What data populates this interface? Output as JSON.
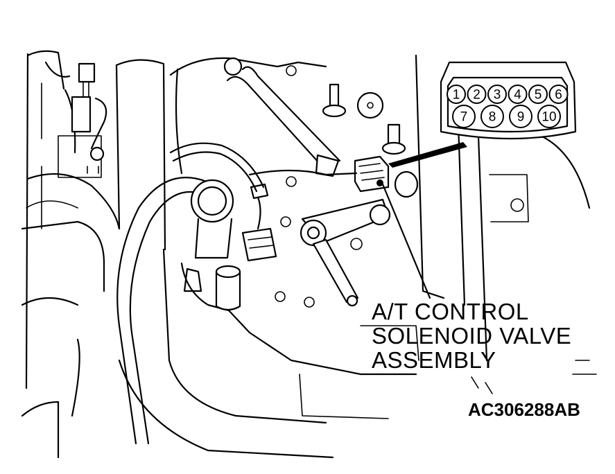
{
  "callout": {
    "lines": [
      "A/T CONTROL",
      "SOLENOID VALVE",
      "ASSEMBLY"
    ]
  },
  "figure_code": "AC306288AB",
  "connector": {
    "row1": [
      "1",
      "2",
      "3",
      "4",
      "5",
      "6"
    ],
    "row2": [
      "7",
      "8",
      "9",
      "10"
    ]
  }
}
